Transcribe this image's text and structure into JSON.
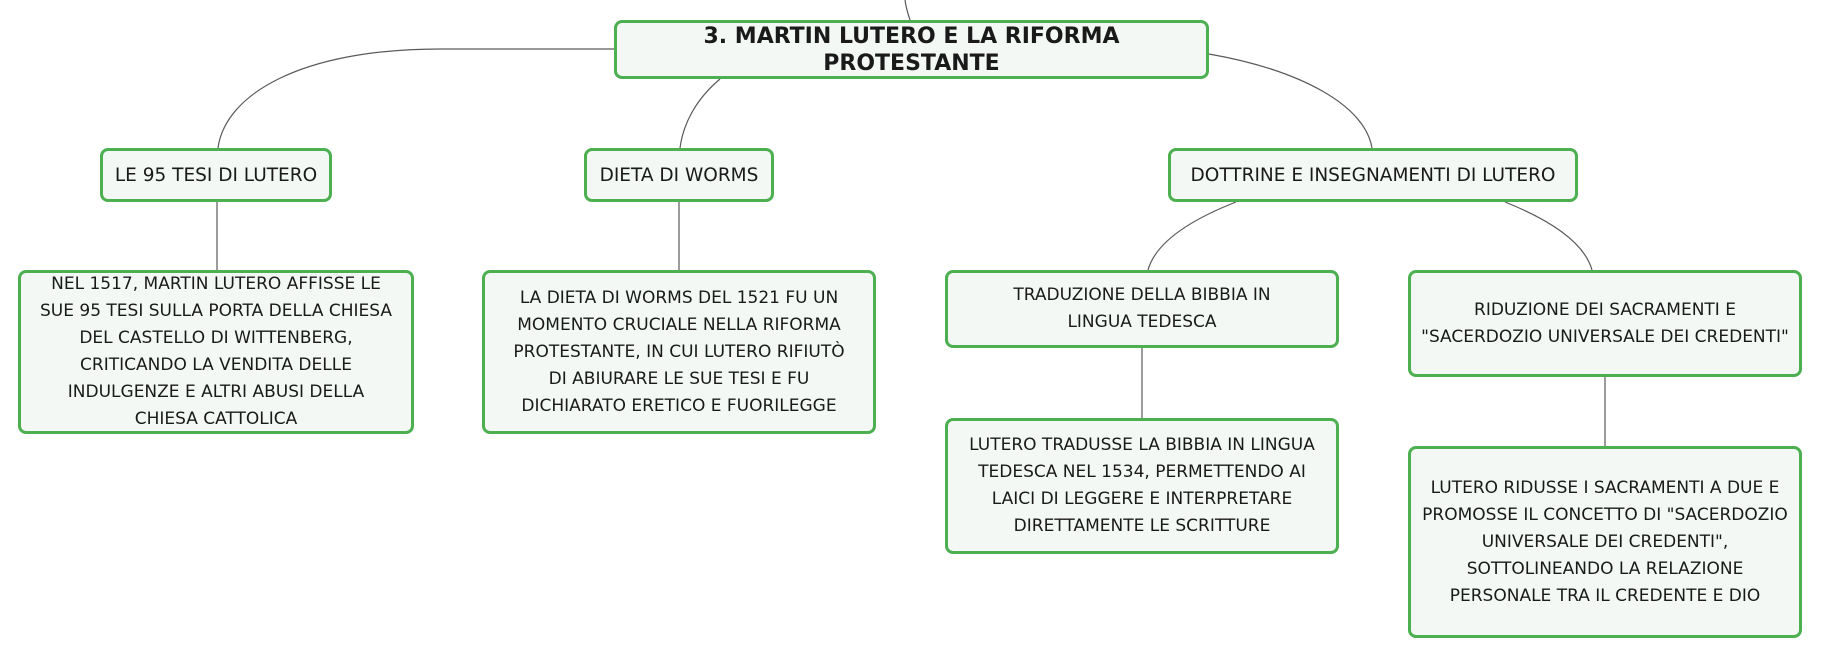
{
  "colors": {
    "accent": "#4caf50",
    "node_bg": "#f3f8f4",
    "connector": "#5a5a5a"
  },
  "root": {
    "title": "3. MARTIN LUTERO E LA RIFORMA PROTESTANTE"
  },
  "branches": {
    "tesi": {
      "title": "LE 95 TESI DI LUTERO",
      "detail": "NEL 1517, MARTIN LUTERO AFFISSE LE SUE 95 TESI SULLA PORTA DELLA CHIESA DEL CASTELLO DI WITTENBERG, CRITICANDO LA VENDITA DELLE INDULGENZE E ALTRI ABUSI DELLA CHIESA CATTOLICA"
    },
    "worms": {
      "title": "DIETA DI WORMS",
      "detail": "LA DIETA DI WORMS DEL 1521 FU UN MOMENTO CRUCIALE NELLA RIFORMA PROTESTANTE, IN CUI LUTERO RIFIUTÒ DI ABIURARE LE SUE TESI E FU DICHIARATO ERETICO E FUORILEGGE"
    },
    "dottrine": {
      "title": "DOTTRINE E INSEGNAMENTI DI LUTERO",
      "traduzione": {
        "title": "TRADUZIONE DELLA BIBBIA IN LINGUA TEDESCA",
        "detail": "LUTERO TRADUSSE LA BIBBIA IN LINGUA TEDESCA NEL 1534, PERMETTENDO AI LAICI DI LEGGERE E INTERPRETARE DIRETTAMENTE LE SCRITTURE"
      },
      "sacramenti": {
        "title": "RIDUZIONE DEI SACRAMENTI E \"SACERDOZIO UNIVERSALE DEI CREDENTI\"",
        "detail": "LUTERO RIDUSSE I SACRAMENTI A DUE E PROMOSSE IL CONCETTO DI \"SACERDOZIO UNIVERSALE DEI CREDENTI\", SOTTOLINEANDO LA RELAZIONE PERSONALE TRA IL CREDENTE E DIO"
      }
    }
  }
}
